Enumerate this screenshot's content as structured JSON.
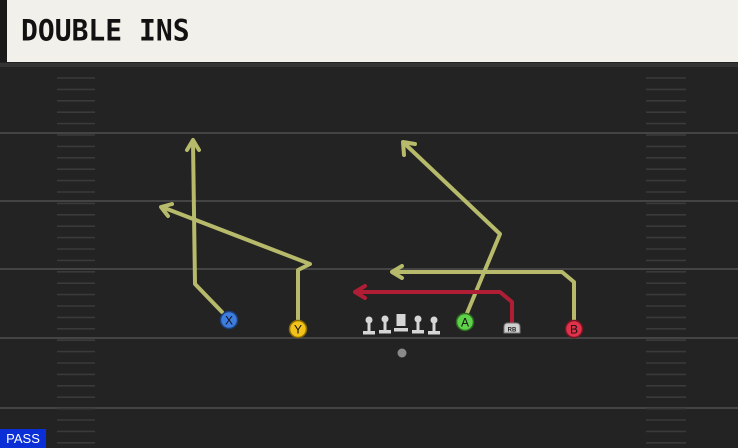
{
  "play": {
    "title": "DOUBLE INS",
    "type_badge": "PASS"
  },
  "colors": {
    "route_yellow": "#b6ba6a",
    "route_red": "#b01e36",
    "field_line": "#4a4a4a",
    "hash": "#3d3d3d",
    "badge_blue": "#0a2fd6",
    "receiver_x": "#3d7de0",
    "receiver_y": "#f2c21b",
    "receiver_a": "#5fd14a",
    "receiver_b": "#e0324a",
    "lineman": "#d6d6d6"
  },
  "players": {
    "x": {
      "label": "X",
      "icon": "x-button-icon"
    },
    "y": {
      "label": "Y",
      "icon": "y-button-icon"
    },
    "a": {
      "label": "A",
      "icon": "a-button-icon"
    },
    "b": {
      "label": "B",
      "icon": "b-button-icon"
    },
    "rb": {
      "label": "RB",
      "icon": "running-back-icon"
    },
    "qb": {
      "icon": "quarterback-dot-icon"
    },
    "oline": {
      "icon": "lineman-icon",
      "count": 5
    }
  }
}
